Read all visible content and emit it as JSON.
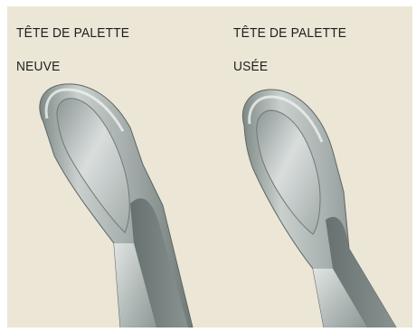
{
  "illustration": {
    "background_color": "#ece6d6",
    "metal_color": "#9aa5a2",
    "panels": [
      {
        "title": "TÊTE DE PALETTE",
        "state": "NEUVE"
      },
      {
        "title": "TÊTE DE PALETTE",
        "state": "USÉE"
      }
    ]
  }
}
